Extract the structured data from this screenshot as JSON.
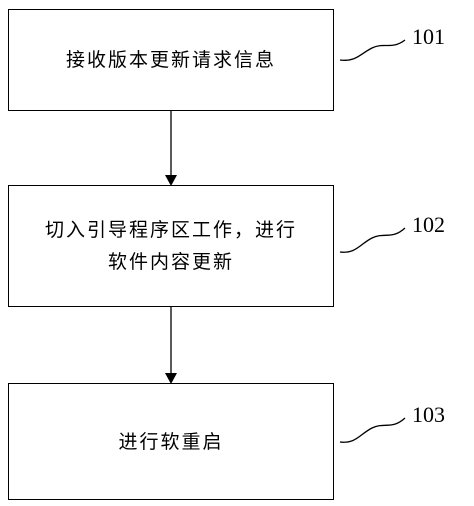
{
  "steps": [
    {
      "id": "101",
      "lines": [
        "接收版本更新请求信息"
      ]
    },
    {
      "id": "102",
      "lines": [
        "切入引导程序区工作，进行",
        "软件内容更新"
      ]
    },
    {
      "id": "103",
      "lines": [
        "进行软重启"
      ]
    }
  ]
}
